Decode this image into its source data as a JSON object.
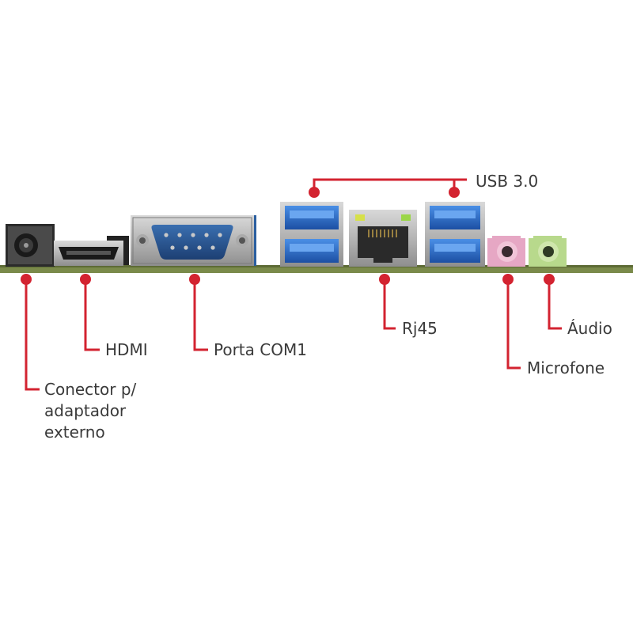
{
  "labels": {
    "conector": "Conector p/ adaptador externo",
    "hdmi": "HDMI",
    "com1": "Porta COM1",
    "usb": "USB 3.0",
    "rj45": "Rj45",
    "microfone": "Microfone",
    "audio": "Áudio"
  },
  "colors": {
    "callout": "#d32330",
    "board": "#7a8a4a",
    "usb_blue": "#2a6fc9",
    "mic_jack": "#e6a7c4",
    "audio_jack": "#b8d98c",
    "text": "#3a3a3a"
  },
  "icons": {
    "power": "dc-power-jack-icon",
    "hdmi": "hdmi-port-icon",
    "com": "db9-serial-port-icon",
    "usb": "usb-port-icon",
    "rj45": "ethernet-port-icon",
    "mic": "audio-jack-icon",
    "audio": "audio-jack-icon"
  }
}
